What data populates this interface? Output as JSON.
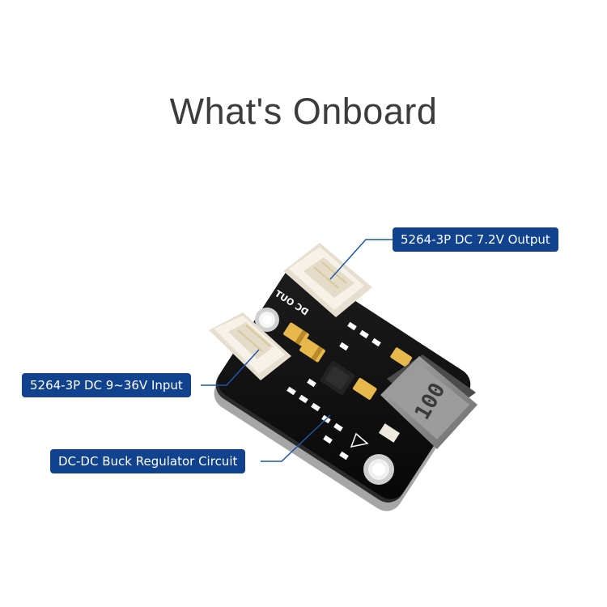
{
  "heading": "What's Onboard",
  "board": {
    "silkscreen_label": "DC OUT",
    "inductor_marking": "100"
  },
  "callouts": {
    "output_connector": "5264-3P DC 7.2V Output",
    "input_connector": "5264-3P DC 9~36V Input",
    "buck_circuit": "DC-DC Buck Regulator Circuit"
  },
  "colors": {
    "callout_fill": "#11428d",
    "callout_line": "#1e56a6",
    "pcb": "#121212",
    "connector": "#f3eee2",
    "capacitor": "#e7b84c",
    "inductor": "#8a8a8a"
  }
}
